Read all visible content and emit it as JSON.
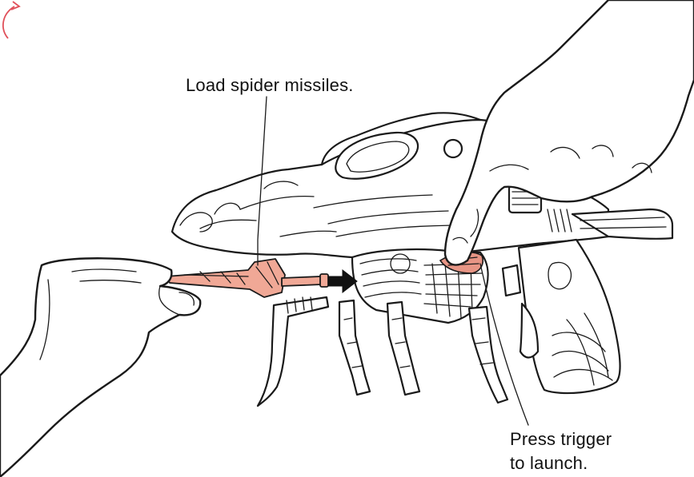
{
  "labels": {
    "load_line1": "Load spider missiles.",
    "press_line1": "Press trigger",
    "press_line2": "to launch."
  },
  "colors": {
    "missile": "#f0a896",
    "trigger_highlight": "#e79585",
    "corner_mark": "#e0505a",
    "line": "#1a1a1a"
  }
}
